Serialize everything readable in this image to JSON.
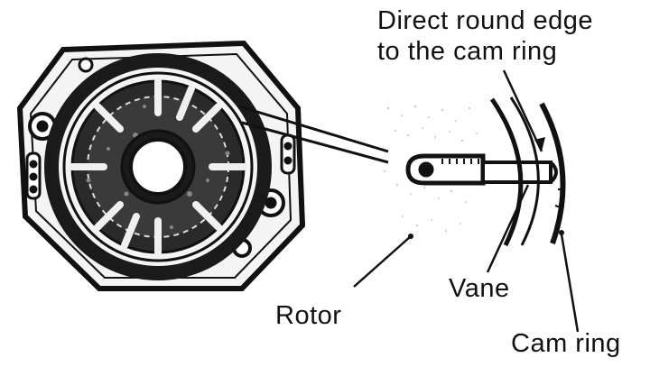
{
  "labels": {
    "note_line1": "Direct round edge",
    "note_line2": "to the cam ring",
    "rotor": "Rotor",
    "vane": "Vane",
    "cam_ring": "Cam ring"
  },
  "colors": {
    "ink": "#111111",
    "paper": "#ffffff",
    "speckle": "#bdbdbd"
  }
}
